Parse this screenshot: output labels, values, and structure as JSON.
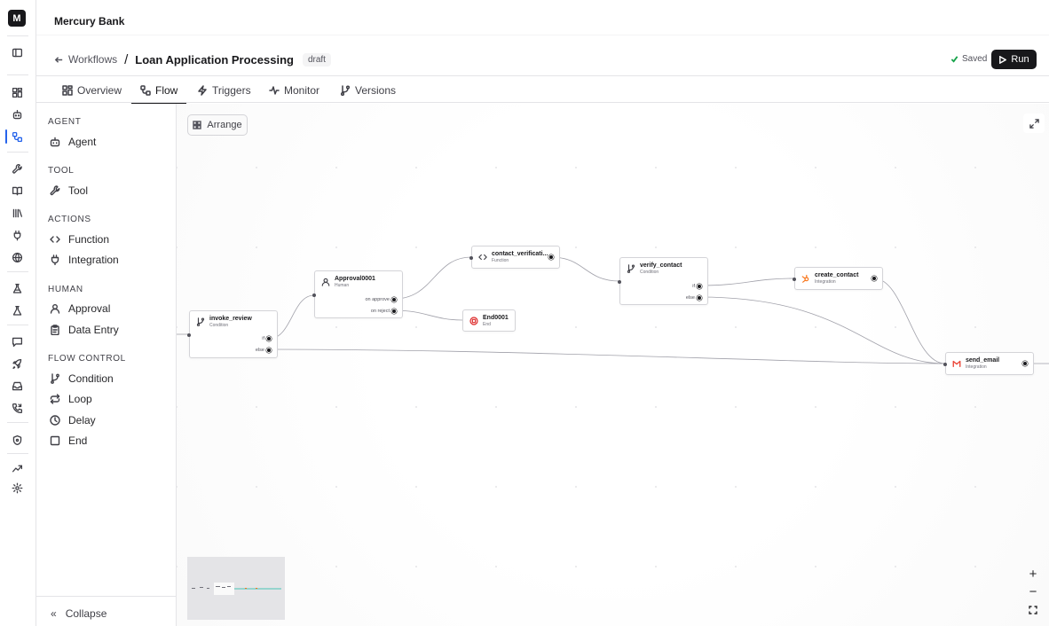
{
  "app": {
    "logo_letter": "M",
    "org_name": "Mercury Bank"
  },
  "breadcrumb": {
    "back_label": "Workflows",
    "separator": "/",
    "title": "Loan Application Processing",
    "status_badge": "draft"
  },
  "header": {
    "saved_label": "Saved",
    "run_label": "Run"
  },
  "tabs": [
    {
      "label": "Overview",
      "icon": "layout-grid-icon"
    },
    {
      "label": "Flow",
      "icon": "workflow-icon",
      "active": true
    },
    {
      "label": "Triggers",
      "icon": "zap-icon"
    },
    {
      "label": "Monitor",
      "icon": "activity-icon"
    },
    {
      "label": "Versions",
      "icon": "git-branch-icon"
    }
  ],
  "palette": {
    "sections": [
      {
        "heading": "AGENT",
        "items": [
          {
            "label": "Agent",
            "icon": "bot-icon"
          }
        ]
      },
      {
        "heading": "TOOL",
        "items": [
          {
            "label": "Tool",
            "icon": "wrench-icon"
          }
        ]
      },
      {
        "heading": "ACTIONS",
        "items": [
          {
            "label": "Function",
            "icon": "code-icon"
          },
          {
            "label": "Integration",
            "icon": "plug-icon"
          }
        ]
      },
      {
        "heading": "HUMAN",
        "items": [
          {
            "label": "Approval",
            "icon": "user-icon"
          },
          {
            "label": "Data Entry",
            "icon": "clipboard-icon"
          }
        ]
      },
      {
        "heading": "FLOW CONTROL",
        "items": [
          {
            "label": "Condition",
            "icon": "branch-icon"
          },
          {
            "label": "Loop",
            "icon": "repeat-icon"
          },
          {
            "label": "Delay",
            "icon": "clock-icon"
          },
          {
            "label": "End",
            "icon": "square-icon"
          }
        ]
      }
    ],
    "collapse_label": "Collapse"
  },
  "canvas": {
    "arrange_label": "Arrange",
    "nodes": {
      "invoke_review": {
        "name": "invoke_review",
        "type": "Condition",
        "ports": [
          "if",
          "else"
        ]
      },
      "approval": {
        "name": "Approval0001",
        "type": "Human",
        "ports": [
          "on approve",
          "on reject"
        ]
      },
      "contact_verification": {
        "name": "contact_verificati...",
        "type": "Function"
      },
      "end": {
        "name": "End0001",
        "type": "End"
      },
      "verify_contact": {
        "name": "verify_contact",
        "type": "Condition",
        "ports": [
          "if",
          "else"
        ]
      },
      "create_contact": {
        "name": "create_contact",
        "type": "Integration"
      },
      "send_email": {
        "name": "send_email",
        "type": "Integration"
      }
    },
    "zoom_in": "+",
    "zoom_out": "−"
  },
  "colors": {
    "accent": "#2563eb",
    "primary": "#18181b",
    "saved_check": "#16a34a",
    "end_icon": "#dc2626",
    "gmail_red": "#ea4335"
  }
}
